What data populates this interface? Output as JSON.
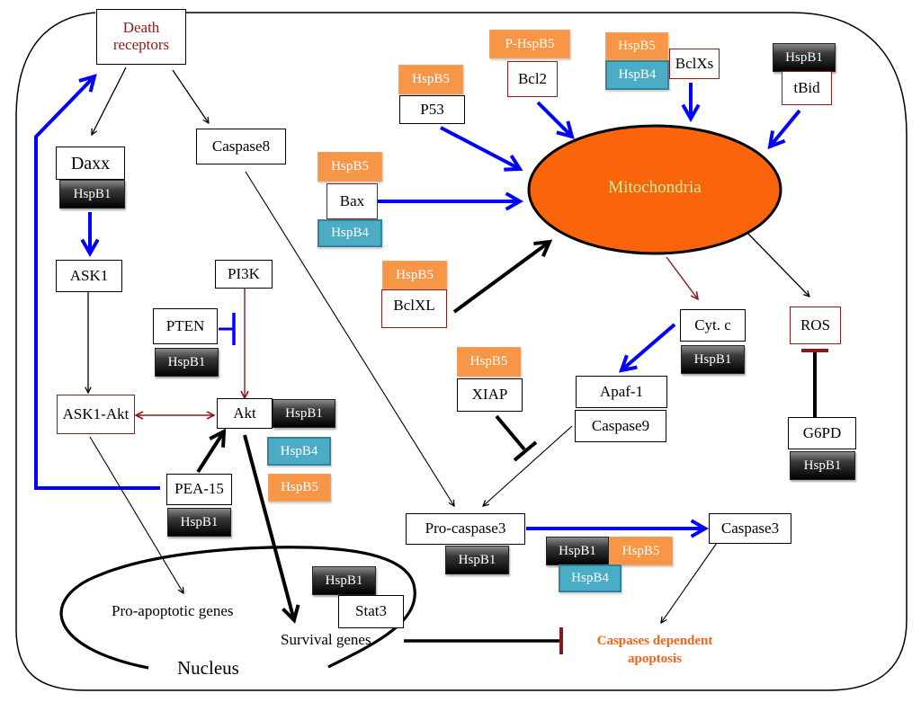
{
  "colors": {
    "hspb1": "#000000",
    "hspb5": "#f79646",
    "hspb4": "#4bacc6",
    "mitochondria_fill": "#fa640a",
    "mitochondria_text": "#c8f0a0",
    "blue_arrow": "#0000ff",
    "dark_red": "#8b1a1a",
    "outcome_text": "#f0641e"
  },
  "nodes": {
    "death_receptors": "Death receptors",
    "caspase8": "Caspase8",
    "daxx": "Daxx",
    "ask1": "ASK1",
    "pi3k": "PI3K",
    "pten": "PTEN",
    "ask1_akt": "ASK1-Akt",
    "akt": "Akt",
    "pea15": "PEA-15",
    "p53": "P53",
    "bcl2": "Bcl2",
    "bclxs": "BclXs",
    "tbid": "tBid",
    "bax": "Bax",
    "bclxl": "BclXL",
    "mitochondria": "Mitochondria",
    "cytc": "Cyt. c",
    "ros": "ROS",
    "xiap": "XIAP",
    "apaf1": "Apaf-1",
    "caspase9": "Caspase9",
    "g6pd": "G6PD",
    "procaspase3": "Pro-caspase3",
    "caspase3": "Caspase3",
    "stat3": "Stat3"
  },
  "tags": {
    "hspb1": "HspB1",
    "hspb5": "HspB5",
    "hspb4": "HspB4",
    "p_hspb5": "P-HspB5"
  },
  "labels": {
    "pro_apoptotic_genes": "Pro-apoptotic genes",
    "survival_genes": "Survival genes",
    "nucleus": "Nucleus",
    "outcome_line1": "Caspases dependent",
    "outcome_line2": "apoptosis"
  }
}
